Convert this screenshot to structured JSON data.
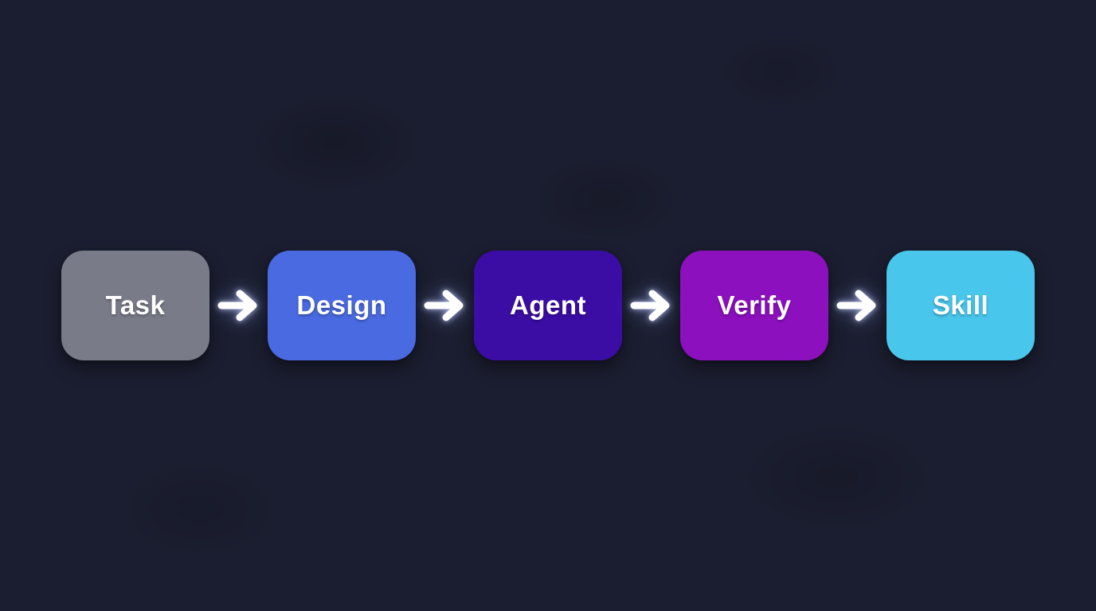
{
  "page": {
    "background_color": "#1b1e30"
  },
  "diagram": {
    "type": "flowchart",
    "direction": "left-to-right",
    "nodes": [
      {
        "label": "Task",
        "color": "#797c88"
      },
      {
        "label": "Design",
        "color": "#4a6ae2"
      },
      {
        "label": "Agent",
        "color": "#3b0da5"
      },
      {
        "label": "Verify",
        "color": "#8c10bd"
      },
      {
        "label": "Skill",
        "color": "#49c6ec"
      }
    ],
    "connector": {
      "icon": "arrow-right-icon",
      "color": "#ffffff",
      "glow_color": "#aebcff"
    }
  }
}
